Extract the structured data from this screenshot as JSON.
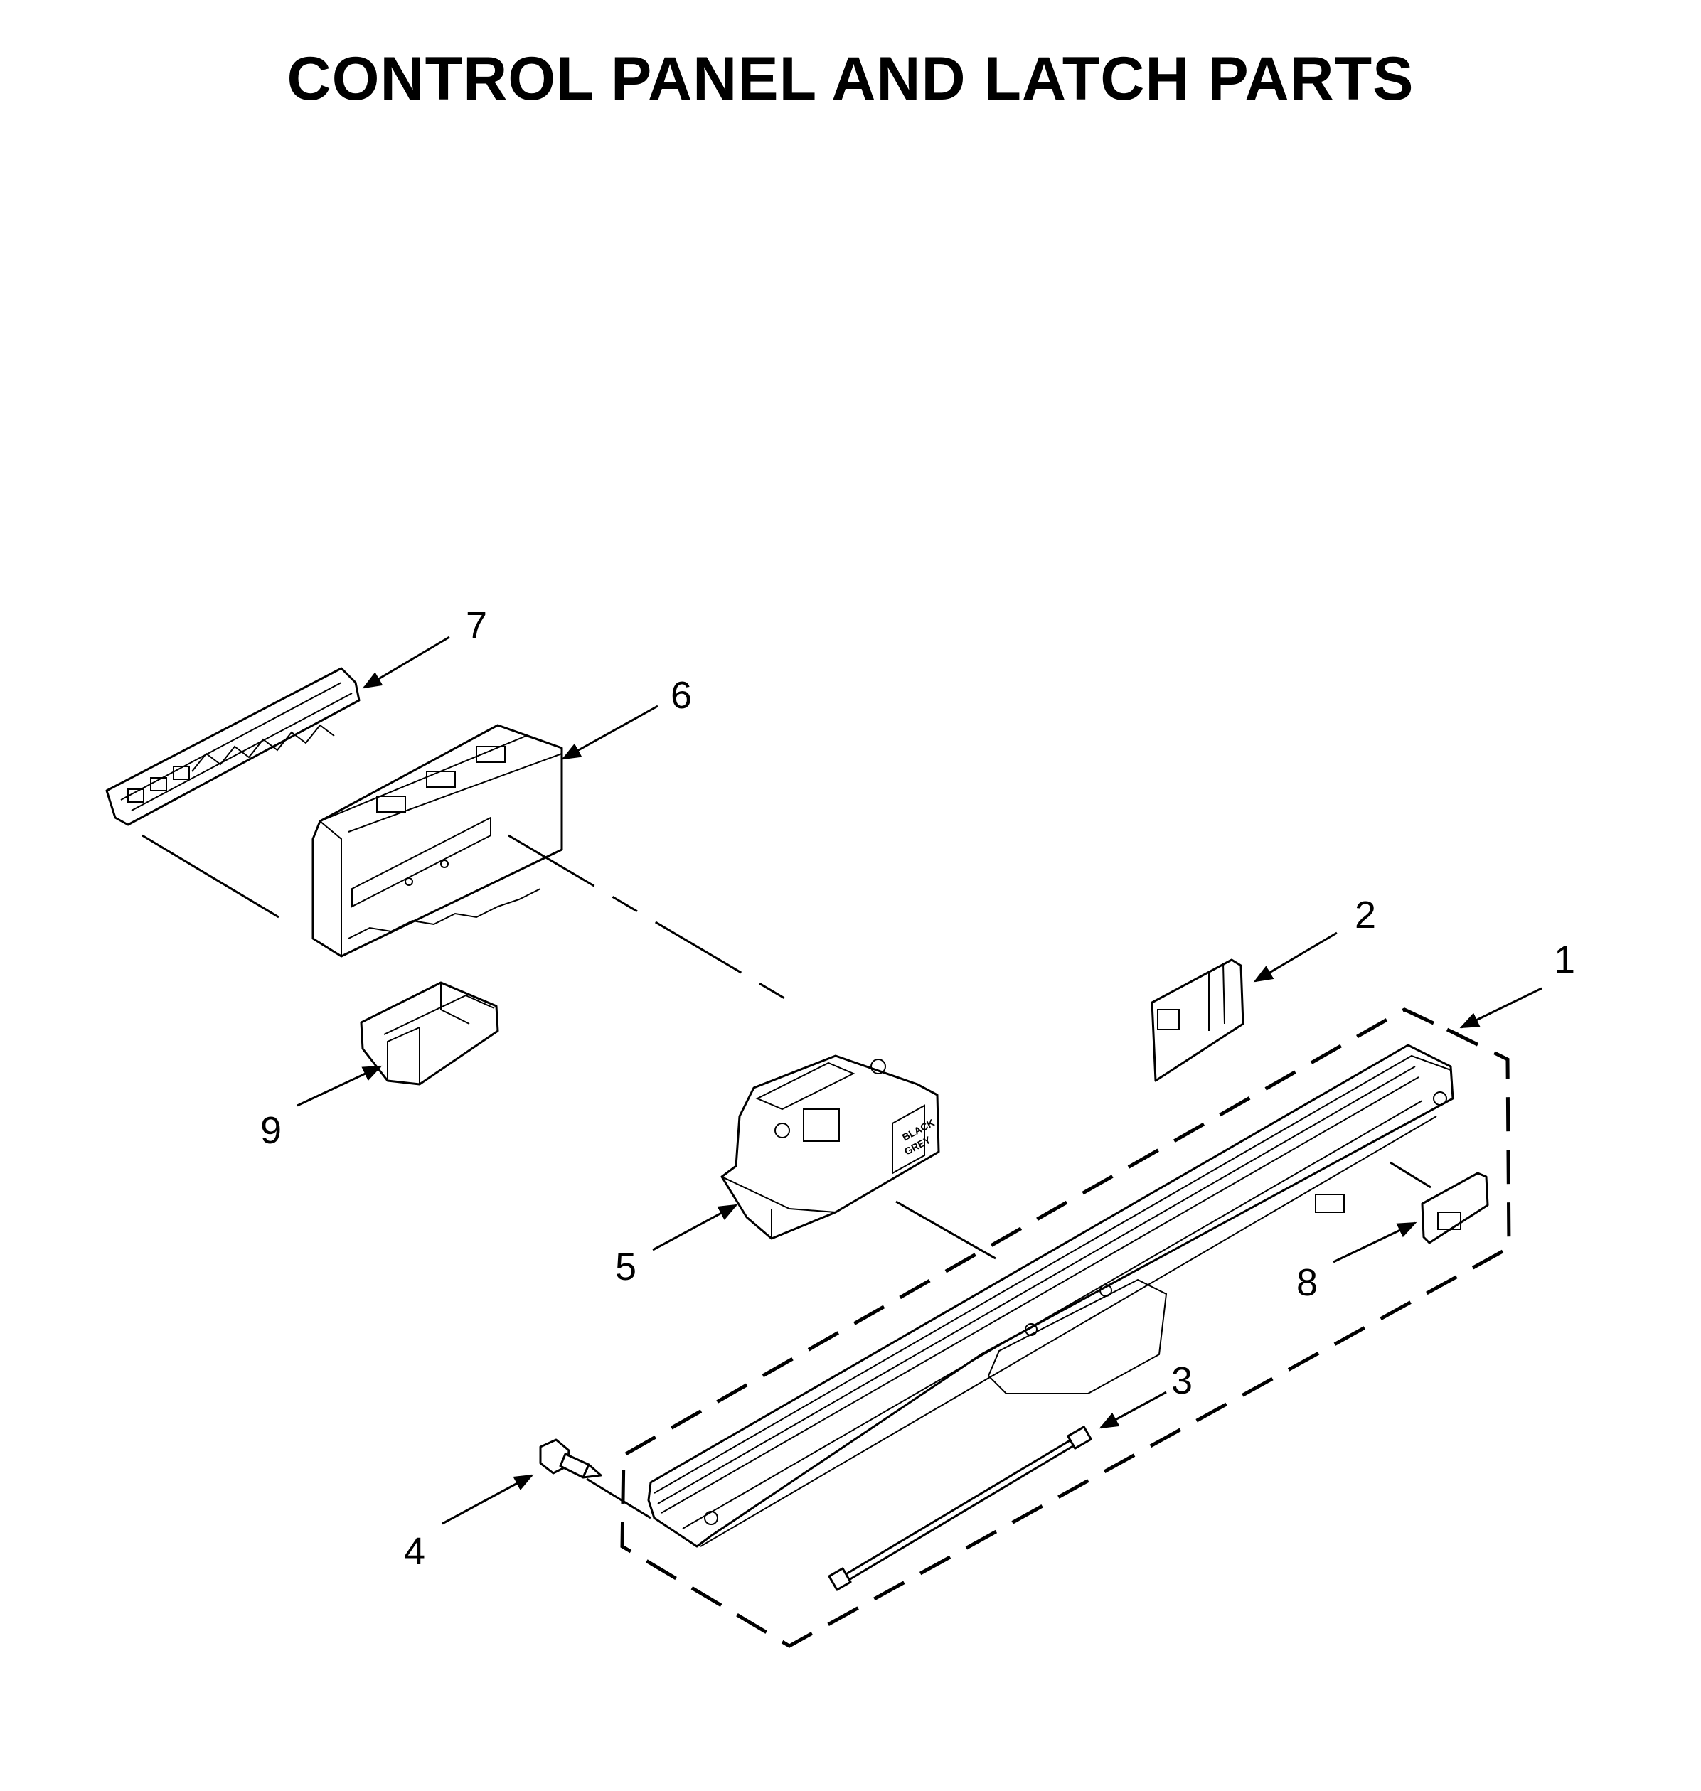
{
  "title": "CONTROL PANEL AND LATCH PARTS",
  "callouts": [
    "1",
    "2",
    "3",
    "4",
    "5",
    "6",
    "7",
    "8",
    "9"
  ],
  "stamp_text": [
    "BLACK",
    "GREY"
  ]
}
